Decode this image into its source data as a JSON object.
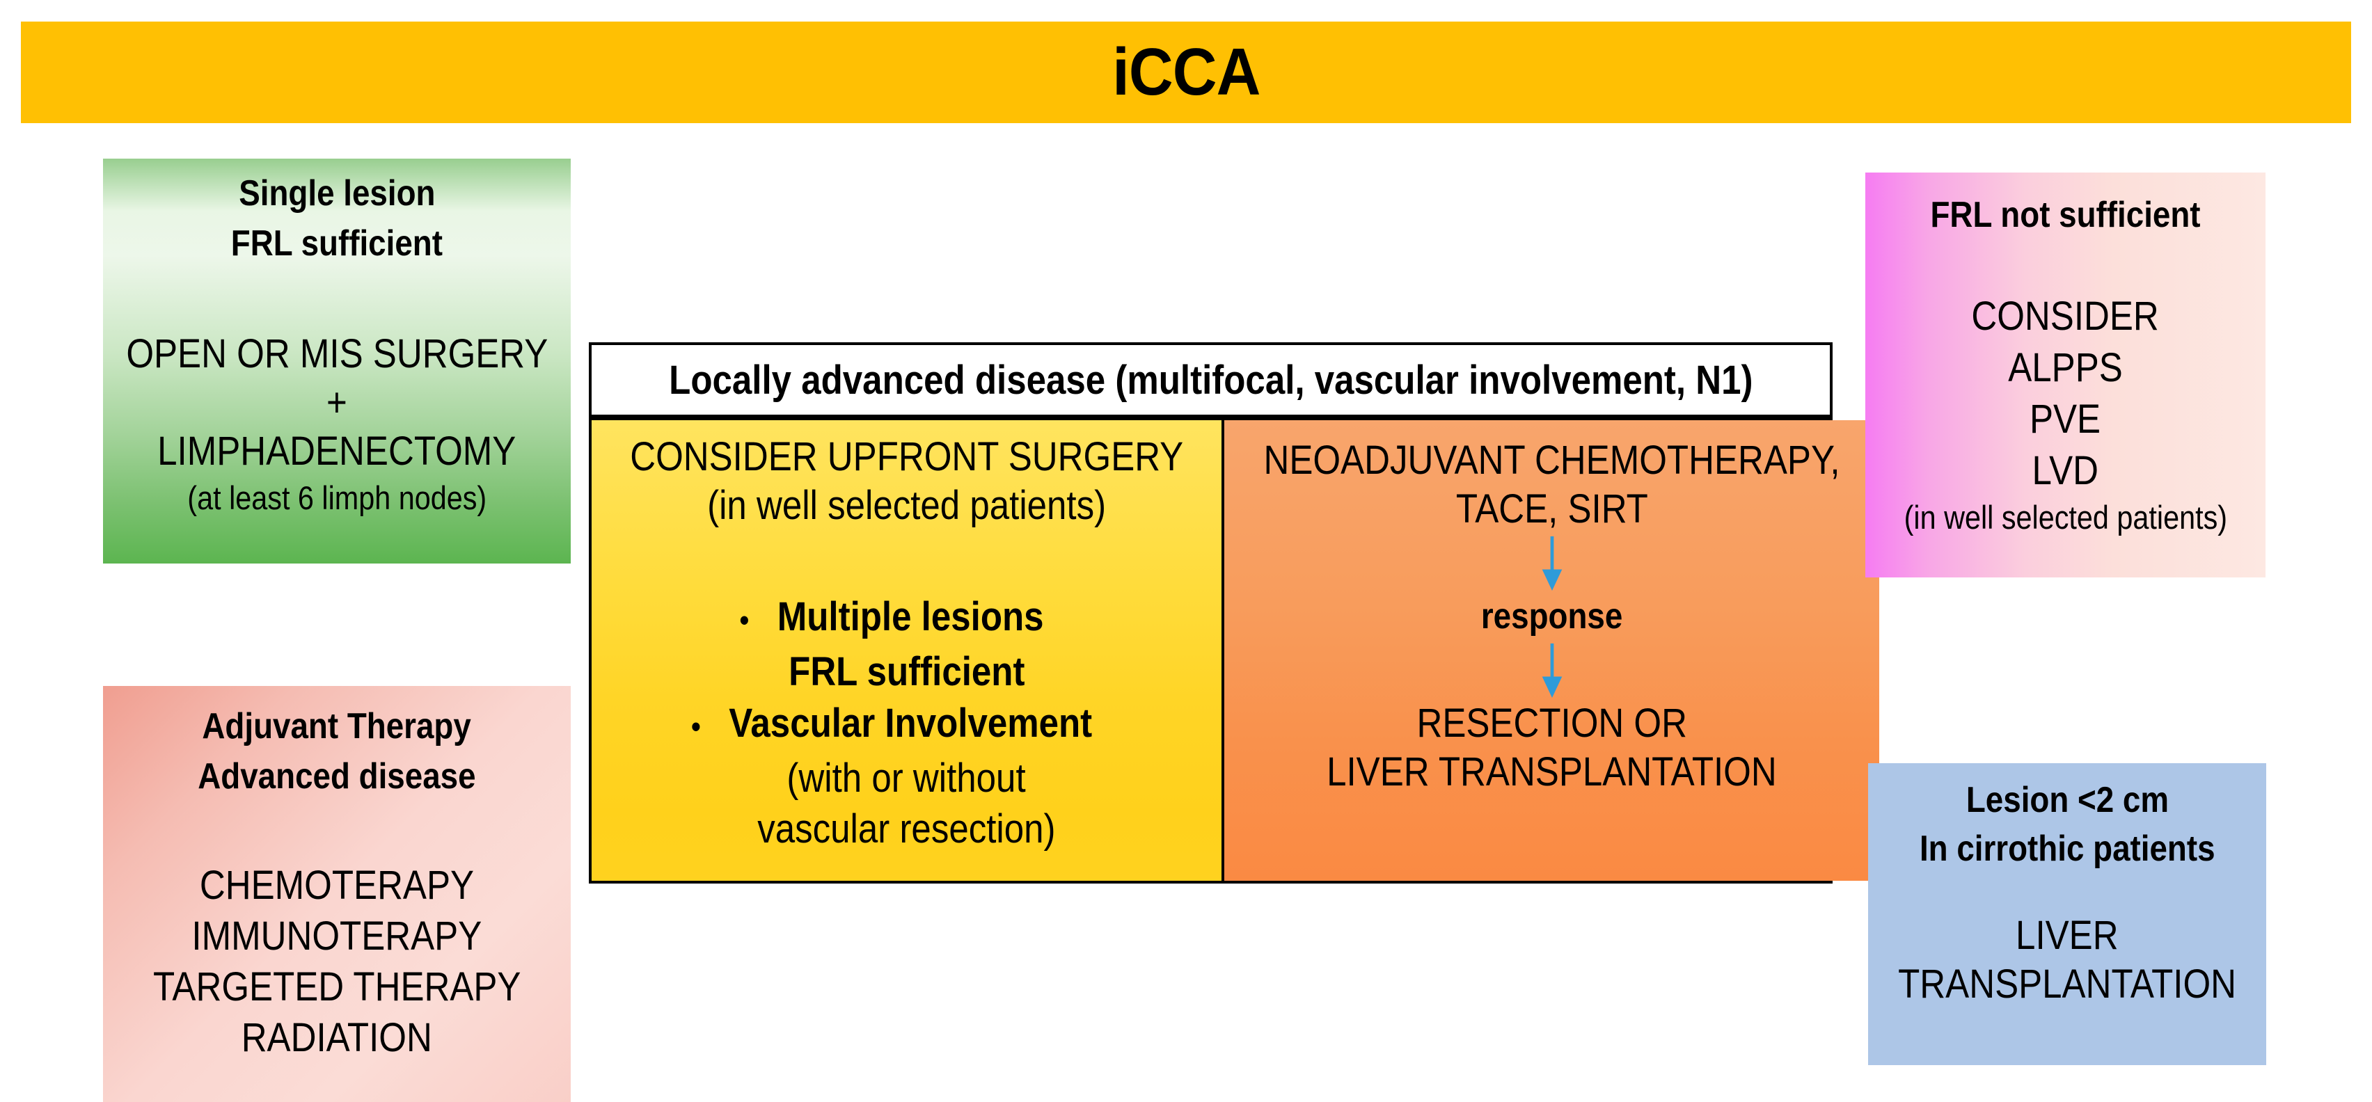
{
  "title": "iCCA",
  "glyphs": {
    "bullet": "•"
  },
  "boxes": {
    "single_lesion": {
      "header1": "Single lesion",
      "header2": "FRL sufficient",
      "line1": "OPEN OR MIS SURGERY",
      "line2": "+",
      "line3": "LIMPHADENECTOMY",
      "note": "(at least 6 limph nodes)"
    },
    "adjuvant": {
      "header1": "Adjuvant Therapy",
      "header2": "Advanced disease",
      "line1": "CHEMOTERAPY",
      "line2": "IMMUNOTERAPY",
      "line3": "TARGETED THERAPY",
      "line4": "RADIATION"
    },
    "locally_advanced": {
      "header": "Locally advanced disease (multifocal, vascular involvement, N1)",
      "upfront": {
        "line1": "CONSIDER UPFRONT SURGERY",
        "line2": "(in well selected patients)",
        "bullet1": "Multiple lesions",
        "bullet1_sub": "FRL sufficient",
        "bullet2": "Vascular Involvement",
        "note1": "(with or without",
        "note2": "vascular resection)"
      },
      "neoadjuvant": {
        "line1": "NEOADJUVANT CHEMOTHERAPY,",
        "line2": "TACE, SIRT",
        "response_label": "response",
        "line3": "RESECTION OR",
        "line4": "LIVER TRANSPLANTATION"
      }
    },
    "frl_not_sufficient": {
      "header": "FRL not sufficient",
      "line1": "CONSIDER",
      "line2": "ALPPS",
      "line3": "PVE",
      "line4": "LVD",
      "note": "(in well selected patients)"
    },
    "lesion_small": {
      "header1": "Lesion <2 cm",
      "header2": "In cirrothic patients",
      "line1": "LIVER",
      "line2": "TRANSPLANTATION"
    }
  },
  "colors": {
    "banner_bg": "#FFC003",
    "border": "#000000",
    "arrow": "#2E9BD9",
    "green_light": "#EDF7EA",
    "green_dark": "#5CB550",
    "yellow_top": "#FFE45F",
    "yellow_bottom": "#FFD11B",
    "orange_top": "#F8A56C",
    "orange_bottom": "#FA8A43",
    "magenta": "#F67CF2",
    "pink_pale": "#FDE8E2",
    "salmon": "#F09E90",
    "pink_light": "#FBDCD6",
    "blue_box": "#ADC6E7"
  }
}
